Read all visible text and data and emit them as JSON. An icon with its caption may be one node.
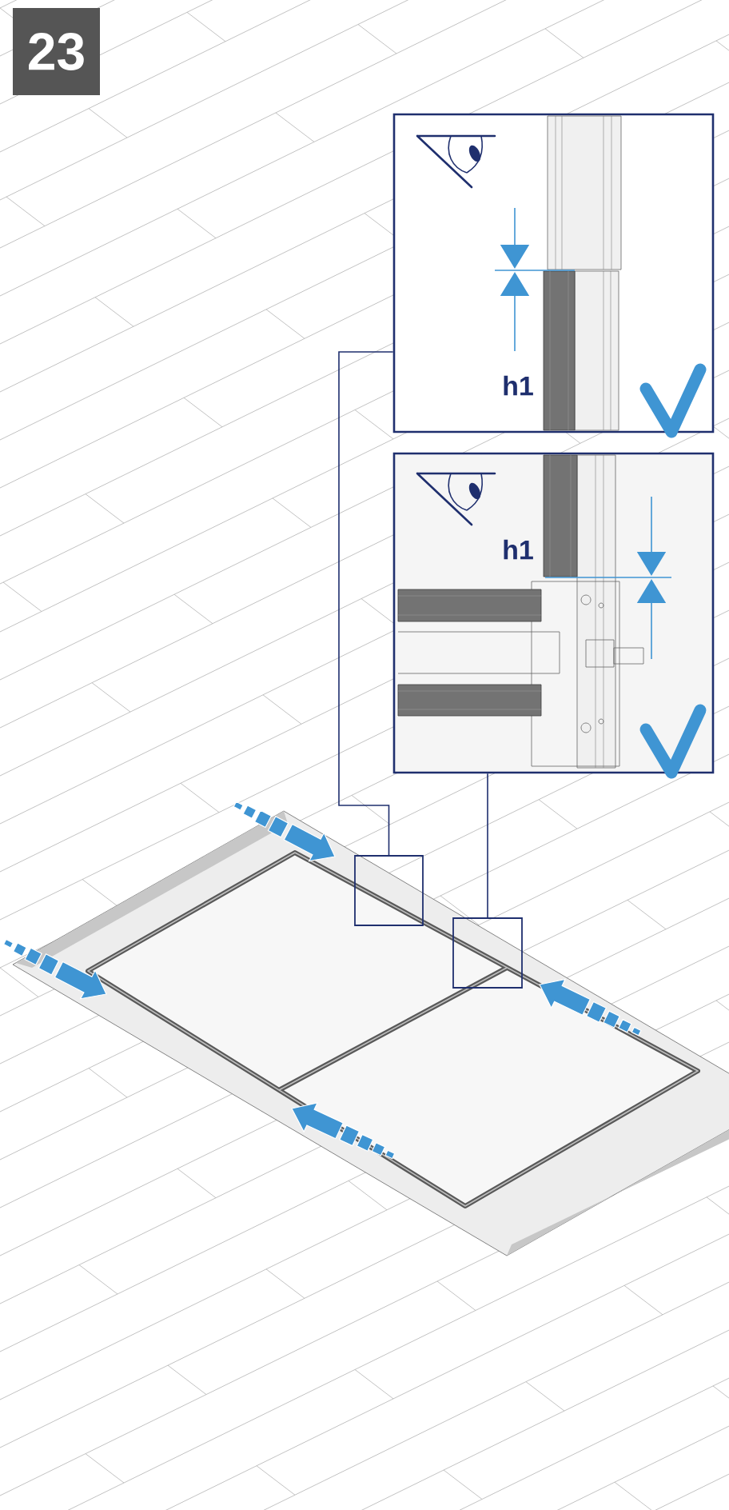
{
  "diagram": {
    "nodes": [
      {
        "text": [
          "23"
        ]
      },
      {
        "text": [
          "h1"
        ]
      },
      {
        "text": [
          "h1"
        ]
      },
      {
        "text": [],
        "shape": "box"
      },
      {
        "text": [],
        "shape": "box"
      }
    ],
    "edges": [
      {
        "from": 1,
        "to": 3,
        "arrow": "none"
      },
      {
        "from": 2,
        "to": 4,
        "arrow": "none"
      }
    ]
  }
}
